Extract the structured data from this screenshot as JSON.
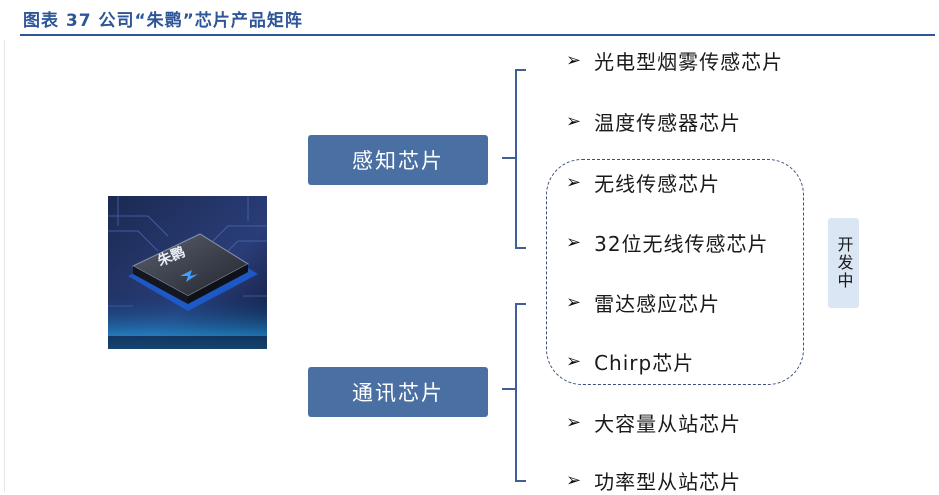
{
  "title": "图表 37 公司“朱鹮”芯片产品矩阵",
  "image": {
    "chip_logo_text": "朱鹮"
  },
  "categories": {
    "sensing": "感知芯片",
    "communication": "通讯芯片"
  },
  "items": [
    "光电型烟雾传感芯片",
    "温度传感器芯片",
    "无线传感芯片",
    "32位无线传感芯片",
    "雷达感应芯片",
    "Chirp芯片",
    "大容量从站芯片",
    "功率型从站芯片"
  ],
  "dev_label": "开发中",
  "colors": {
    "title": "#2e5597",
    "category_box": "#4a6fa3",
    "dev_label_bg": "#dbe6f4",
    "dashed_frame": "#3c4f78"
  }
}
